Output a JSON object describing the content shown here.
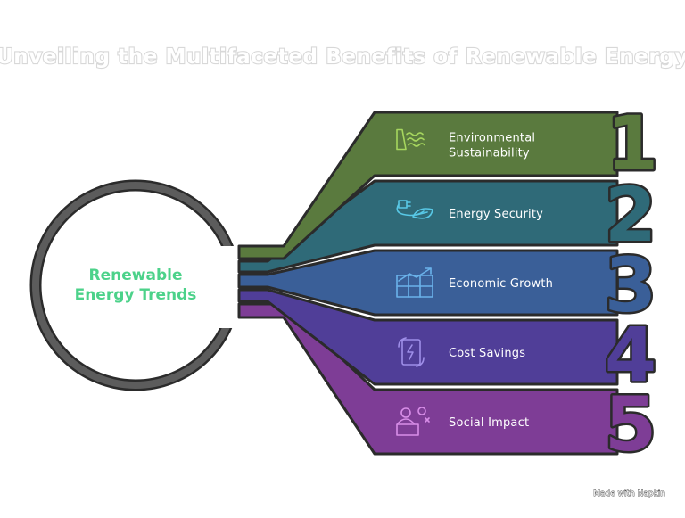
{
  "title": "Unveiling the Multifaceted Benefits of Renewable Energy",
  "center": {
    "line1": "Renewable",
    "line2": "Energy Trends"
  },
  "items": [
    {
      "number": "1",
      "line1": "Environmental",
      "line2": "Sustainability",
      "color": "#5a7a3e",
      "icon": "dam-water-icon",
      "icon_color": "#a6d65e"
    },
    {
      "number": "2",
      "line1": "Energy Security",
      "line2": "",
      "color": "#2f6a78",
      "icon": "plug-leaf-icon",
      "icon_color": "#58c8e6"
    },
    {
      "number": "3",
      "line1": "Economic Growth",
      "line2": "",
      "color": "#3a5f98",
      "icon": "growth-grid-icon",
      "icon_color": "#6ab2ea"
    },
    {
      "number": "4",
      "line1": "Cost Savings",
      "line2": "",
      "color": "#503e98",
      "icon": "battery-cycle-icon",
      "icon_color": "#9e8ee8"
    },
    {
      "number": "5",
      "line1": "Social Impact",
      "line2": "",
      "color": "#7e3d96",
      "icon": "community-icon",
      "icon_color": "#d88ee8"
    }
  ],
  "watermark": "Made with Napkin"
}
